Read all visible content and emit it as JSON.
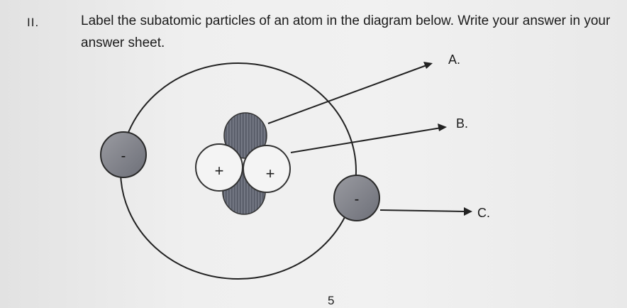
{
  "question": {
    "number": "II.",
    "text": "Label the subatomic particles of an atom in the diagram below. Write your answer in your answer sheet."
  },
  "diagram": {
    "electron_sign": "-",
    "proton_sign": "+",
    "labels": [
      "A.",
      "B.",
      "C."
    ]
  },
  "page_number": "5"
}
